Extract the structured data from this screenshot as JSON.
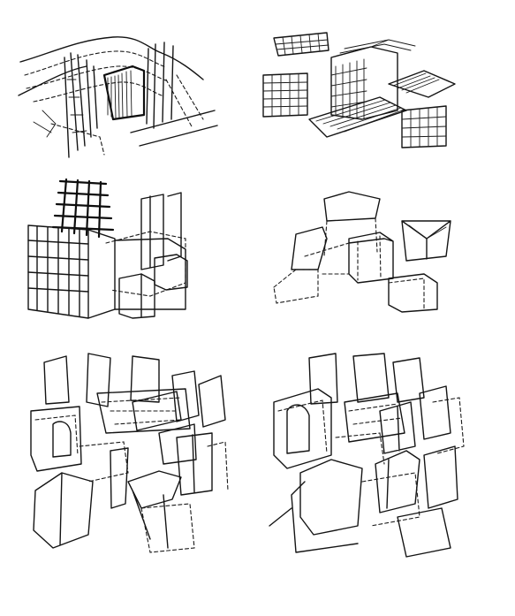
{
  "image": {
    "background": "#ffffff",
    "ink": "#141414",
    "panels": [
      {
        "id": "wave-roof-perspective"
      },
      {
        "id": "floating-grid-planes"
      },
      {
        "id": "gridded-block-composition"
      },
      {
        "id": "dashed-volume-study"
      },
      {
        "id": "dense-city-sketch-left"
      },
      {
        "id": "dense-city-sketch-right"
      }
    ]
  }
}
